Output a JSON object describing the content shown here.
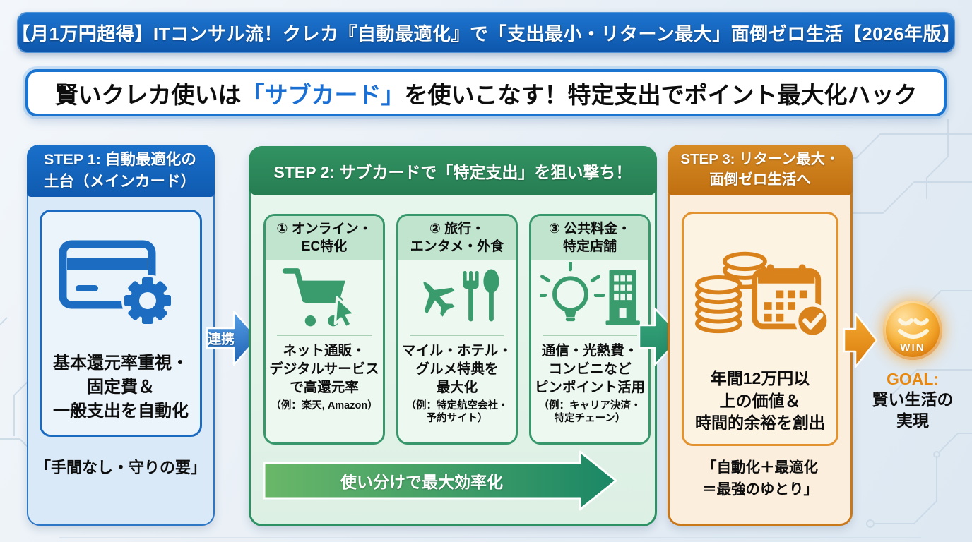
{
  "banner": {
    "title": "【月1万円超得】ITコンサル流！クレカ『自動最適化』で「支出最小・リターン最大」面倒ゼロ生活【2026年版】"
  },
  "headline": {
    "pre": "賢いクレカ使いは",
    "highlight": "「サブカード」",
    "post": "を使いこなす！特定支出でポイント最大化ハック"
  },
  "step1": {
    "title_line1": "STEP 1: 自動最適化の",
    "title_line2": "土台（メインカード）",
    "icon": "credit-card-gear-icon",
    "body_line1": "基本還元率重視・",
    "body_line2": "固定費＆",
    "body_line3": "一般支出を自動化",
    "caption": "「手間なし・守りの要」"
  },
  "link_arrow": {
    "label": "連携"
  },
  "step2": {
    "title": "STEP 2: サブカードで「特定支出」を狙い撃ち！",
    "cards": [
      {
        "title_line1": "① オンライン・",
        "title_line2": "EC特化",
        "icon": "shopping-cart-cursor-icon",
        "body_line1": "ネット通販・",
        "body_line2": "デジタルサービス",
        "body_line3": "で高還元率",
        "example_line1": "（例：楽天, Amazon）",
        "example_line2": ""
      },
      {
        "title_line1": "② 旅行・",
        "title_line2": "エンタメ・外食",
        "icon": "airplane-cutlery-icon",
        "body_line1": "マイル・ホテル・",
        "body_line2": "グルメ特典を",
        "body_line3": "最大化",
        "example_line1": "（例：特定航空会社・",
        "example_line2": "予約サイト）"
      },
      {
        "title_line1": "③ 公共料金・",
        "title_line2": "特定店舗",
        "icon": "lightbulb-building-icon",
        "body_line1": "通信・光熱費・",
        "body_line2": "コンビニなど",
        "body_line3": "ピンポイント活用",
        "example_line1": "（例：キャリア決済・",
        "example_line2": "特定チェーン）"
      }
    ],
    "bottom_arrow_label": "使い分けで最大効率化"
  },
  "step3": {
    "title_line1": "STEP 3: リターン最大・",
    "title_line2": "面倒ゼロ生活へ",
    "icon": "coins-calendar-check-icon",
    "body_line1": "年間12万円以",
    "body_line2": "上の価値＆",
    "body_line3": "時間的余裕を創出",
    "caption_line1": "「自動化＋最適化",
    "caption_line2": "＝最強のゆとり」"
  },
  "goal": {
    "badge_icon": "smiley-win-badge",
    "badge_label": "WIN",
    "label": "GOAL:",
    "text_line1": "賢い生活の",
    "text_line2": "実現"
  },
  "colors": {
    "banner_blue": "#1368c4",
    "headline_border_blue": "#1b74d0",
    "headline_highlight_blue": "#1a6fd4",
    "step1_blue": "#1467c2",
    "step2_green": "#2e8f5e",
    "step3_orange": "#cf7d18",
    "goal_orange": "#e8880f"
  }
}
